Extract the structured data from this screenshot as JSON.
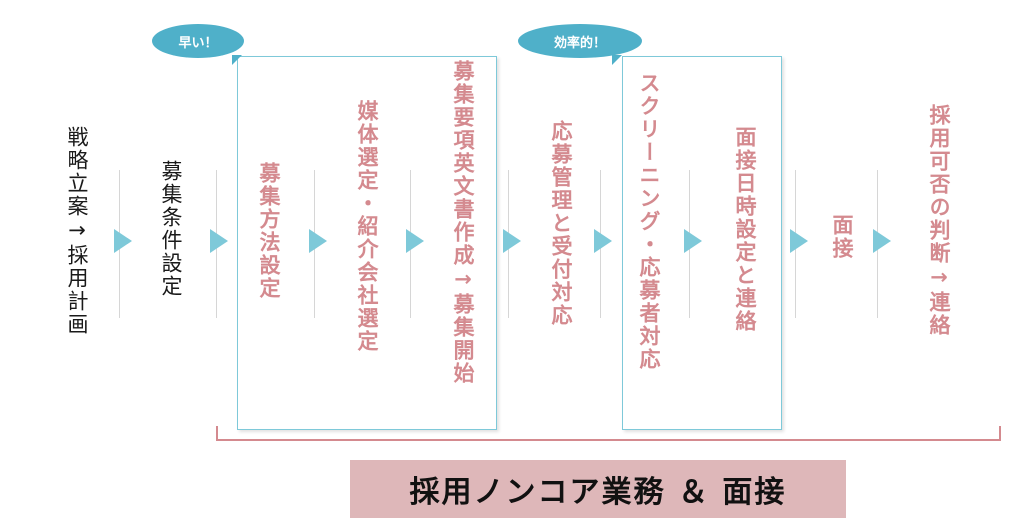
{
  "callouts": {
    "fast": "早い！",
    "efficient": "効率的！"
  },
  "steps": [
    {
      "label": "戦略立案→採用計画"
    },
    {
      "label": "募集条件設定"
    },
    {
      "label": "募集方法設定"
    },
    {
      "label": "媒体選定・紹介会社選定"
    },
    {
      "label": "募集要項英文書作成→募集開始"
    },
    {
      "label": "応募管理と受付対応"
    },
    {
      "label": "スクリーニング・応募者対応"
    },
    {
      "label": "面接日時設定と連絡"
    },
    {
      "label": "面接"
    },
    {
      "label": "採用可否の判断→連絡"
    }
  ],
  "banner": {
    "label": "採用ノンコア業務 ＆ 面接"
  },
  "colors": {
    "accent_blue": "#7ec9d9",
    "bubble_blue": "#4fb0c9",
    "pink_text": "#d48a8f",
    "banner_bg": "#deb7b9"
  }
}
